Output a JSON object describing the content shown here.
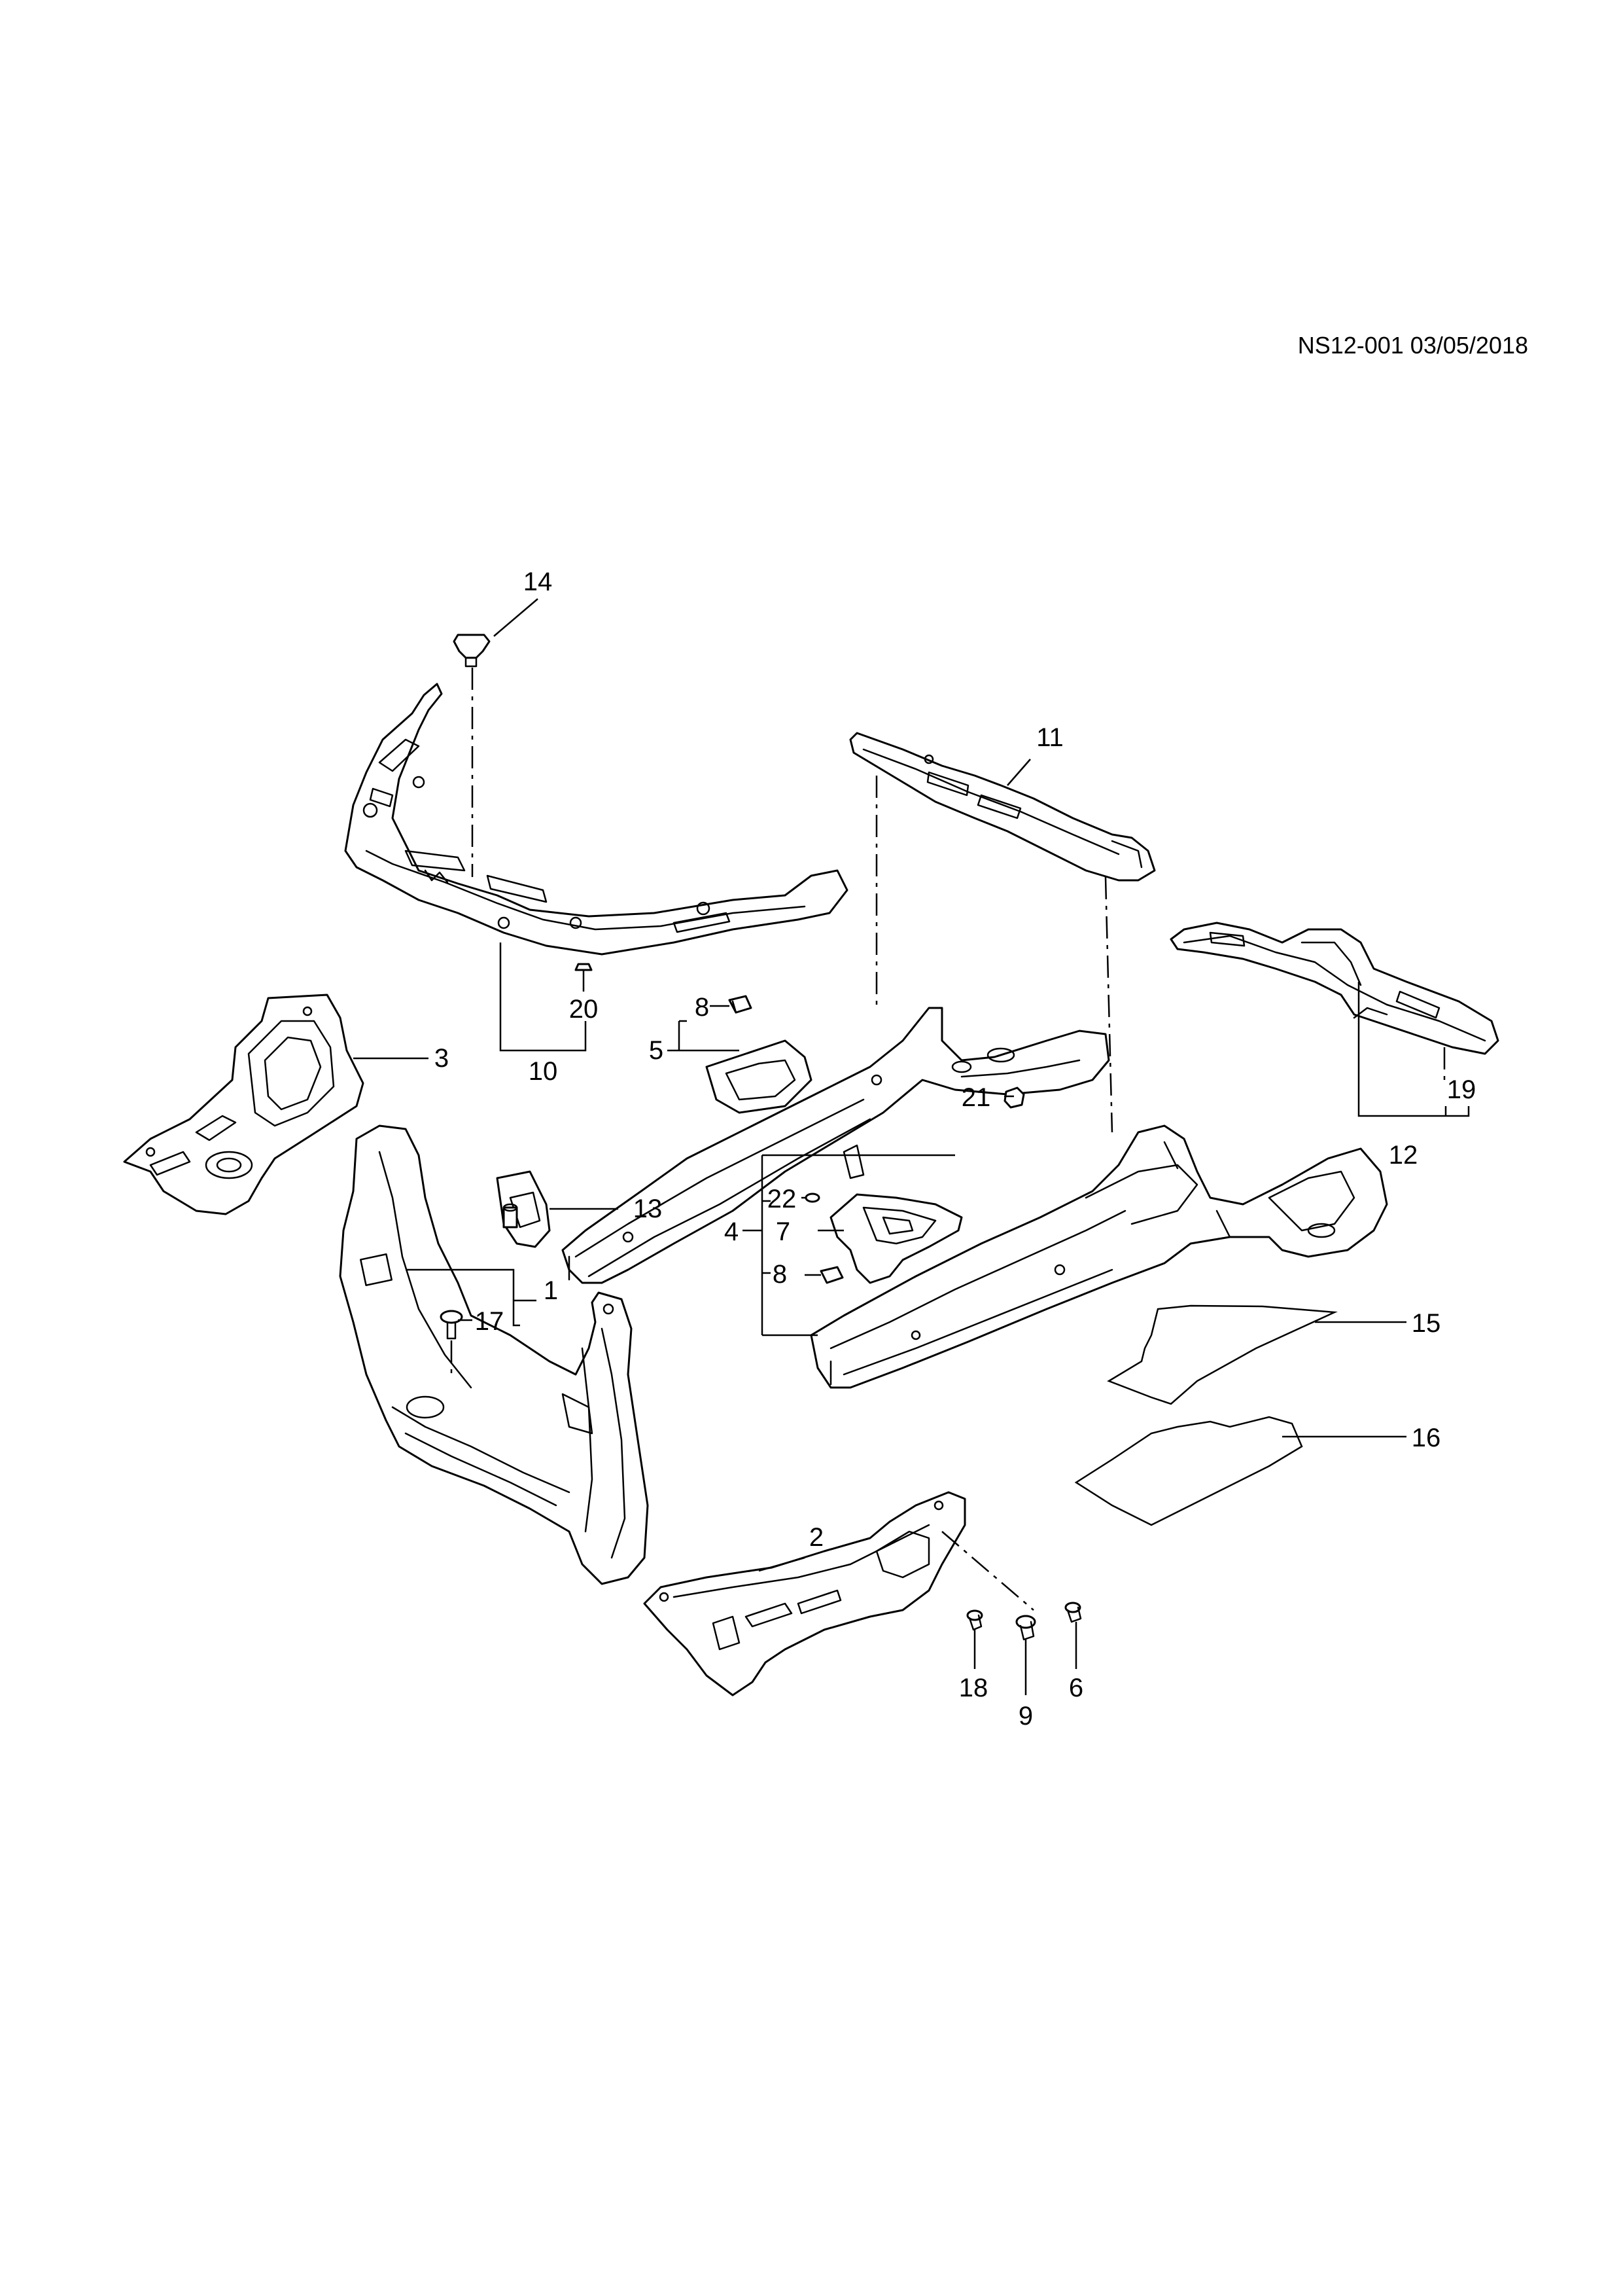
{
  "reference": "NS12-001 03/05/2018",
  "callouts": {
    "c1": "1",
    "c2": "2",
    "c3": "3",
    "c4": "4",
    "c5": "5",
    "c6": "6",
    "c7": "7",
    "c8a": "8",
    "c8b": "8",
    "c9": "9",
    "c10": "10",
    "c11": "11",
    "c12": "12",
    "c13": "13",
    "c14": "14",
    "c15": "15",
    "c16": "16",
    "c17": "17",
    "c18": "18",
    "c19": "19",
    "c20": "20",
    "c21": "21",
    "c22": "22"
  }
}
